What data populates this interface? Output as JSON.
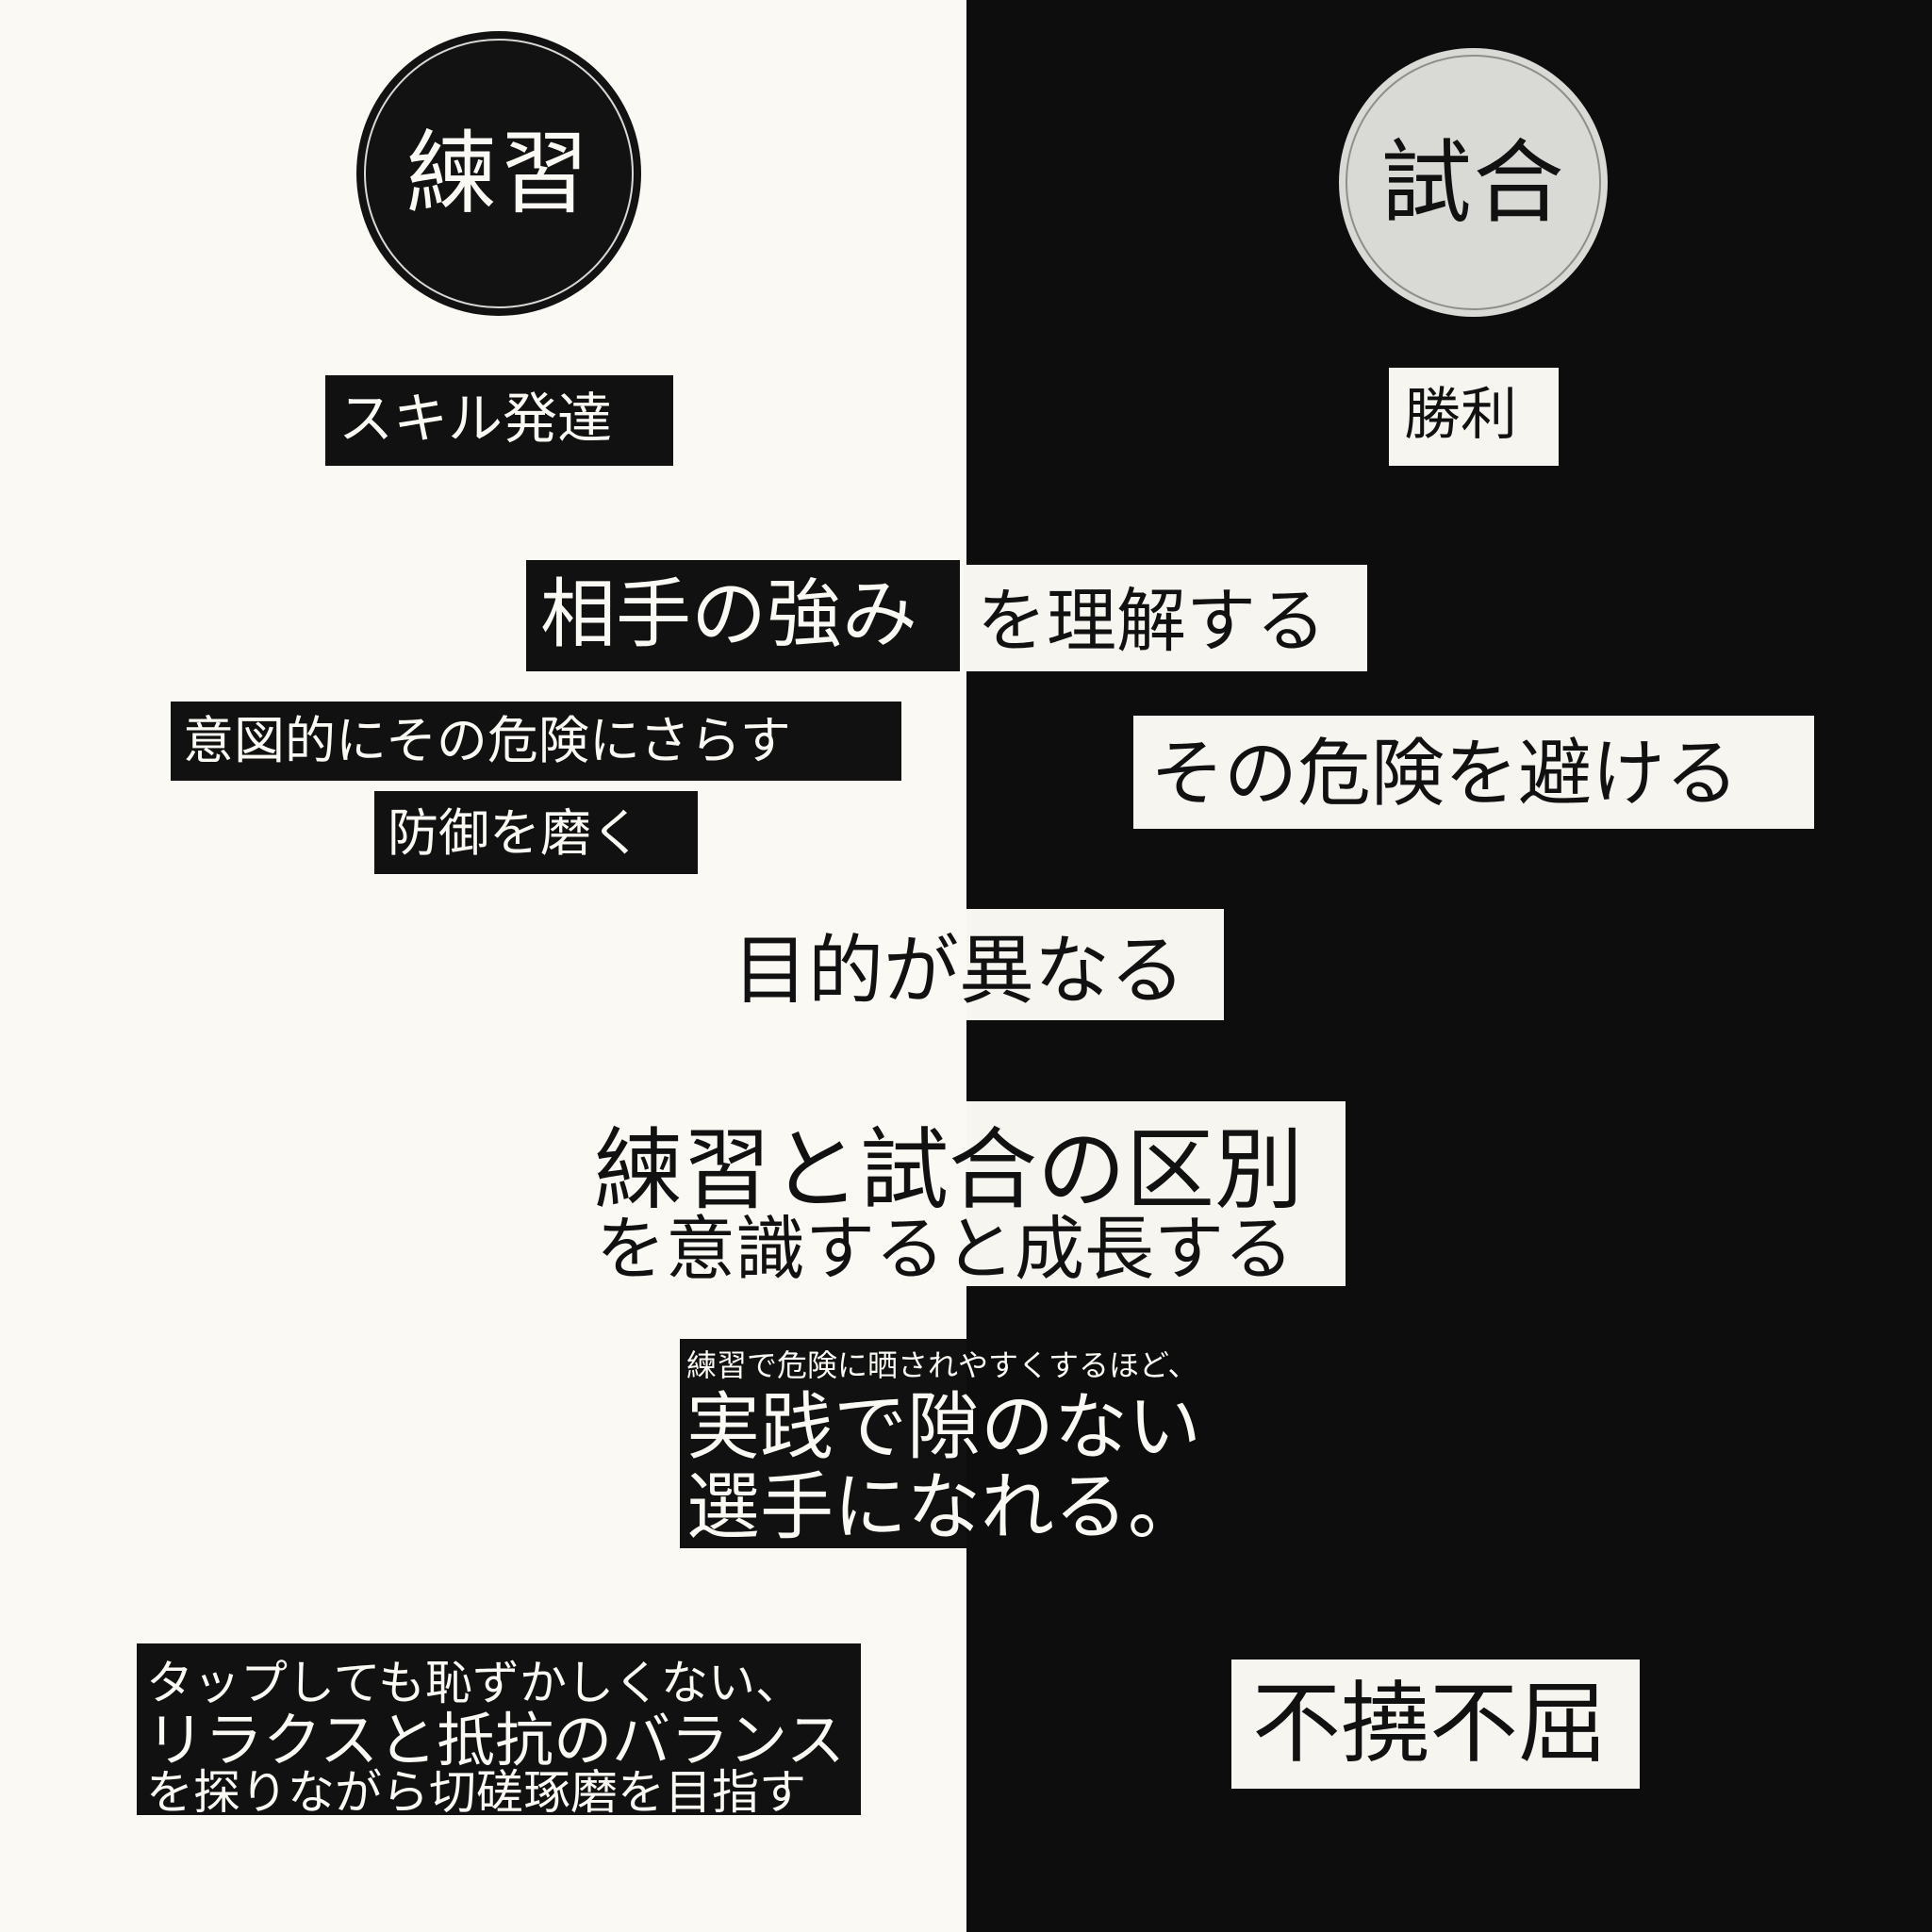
{
  "colors": {
    "left_background": "#faf9f3",
    "right_background": "#0d0d0d",
    "ink": "#111111",
    "paper": "#f6f5ef",
    "circle_light": "#d9d9d6"
  },
  "practice_circle": {
    "label": "練習"
  },
  "match_circle": {
    "label": "試合"
  },
  "practice_goal": "スキル発達",
  "match_goal": "勝利",
  "opponent": {
    "strength": "相手の強み",
    "understand": "を理解する"
  },
  "practice_actions": {
    "expose": "意図的にその危険にさらす",
    "defend": "防御を磨く"
  },
  "match_action": "その危険を避ける",
  "purpose": "目的が異なる",
  "distinction": {
    "line1": "練習と試合の区別",
    "line2": "を意識すると成長する"
  },
  "conclusion": {
    "small": "練習で危険に晒されやすくするほど、",
    "line1": "実践で隙のない",
    "line2": "選手になれる。"
  },
  "tap_note": {
    "line1": "タップしても恥ずかしくない、",
    "line2": "リラクスと抵抗のバランス",
    "line3": "を探りながら切磋琢磨を目指す"
  },
  "grit": "不撓不屈"
}
